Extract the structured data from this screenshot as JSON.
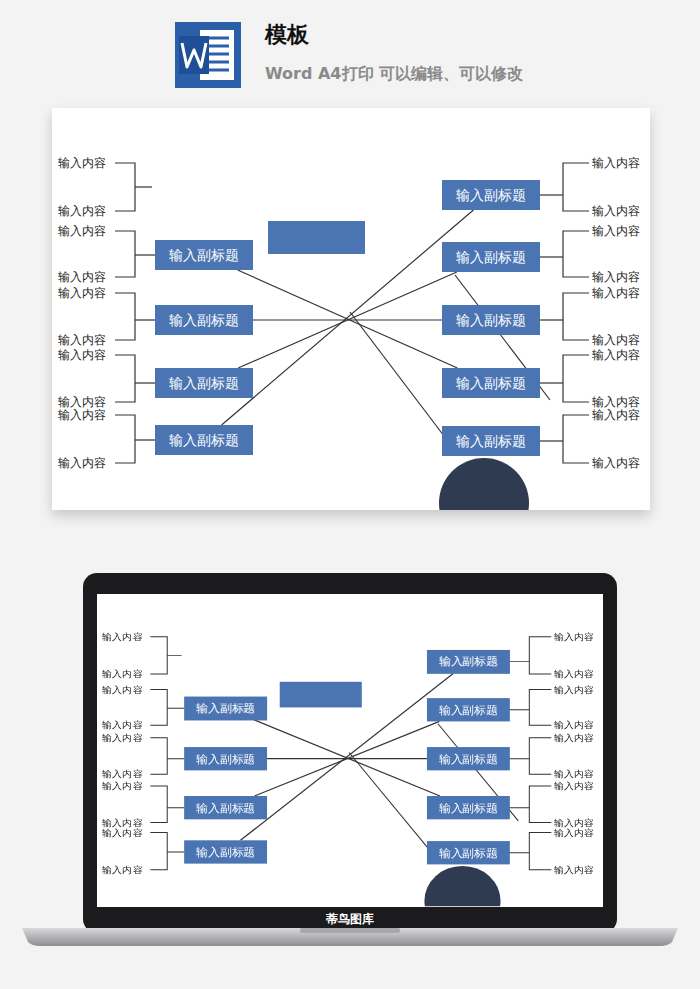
{
  "diagram": {
    "title": "模板",
    "nodes": [
      {
        "text": [
          "输入副标题"
        ]
      },
      {
        "text": [
          "输入副标题"
        ]
      },
      {
        "text": [
          "输入副标题"
        ]
      },
      {
        "text": [
          "输入副标题"
        ]
      },
      {
        "text": [
          "输入副标题"
        ]
      },
      {
        "text": [
          "输入副标题"
        ]
      },
      {
        "text": [
          "输入副标题"
        ]
      },
      {
        "text": [
          "输入副标题"
        ]
      },
      {
        "text": [
          "输入副标题"
        ]
      },
      {
        "text": [
          "输入副标题"
        ]
      },
      {
        "text": [
          "输入副标题"
        ]
      },
      {
        "text": [
          "输入副标题"
        ]
      },
      {
        "text": [
          "输入副标题"
        ]
      },
      {
        "text": [
          "输入副标题"
        ]
      },
      {
        "text": [
          "输入副标题"
        ]
      },
      {
        "text": [
          "输入副标题"
        ]
      },
      {
        "text": [
          "输入副标题"
        ]
      },
      {
        "text": [
          "输入副标题"
        ]
      }
    ],
    "edges": [
      {
        "from": 0,
        "to": 7,
        "arrow": "none"
      },
      {
        "from": 1,
        "to": 6,
        "arrow": "none"
      },
      {
        "from": 2,
        "to": 5,
        "arrow": "none"
      },
      {
        "from": 3,
        "to": 4,
        "arrow": "none"
      },
      {
        "from": 9,
        "to": 16,
        "arrow": "none"
      },
      {
        "from": 10,
        "to": 15,
        "arrow": "none"
      },
      {
        "from": 11,
        "to": 14,
        "arrow": "none"
      },
      {
        "from": 12,
        "to": 13,
        "arrow": "none"
      }
    ],
    "labels": [
      "Word A4打印 可以编辑、可以修改",
      "输入内容",
      "输入内容",
      "输入内容",
      "输入内容",
      "输入内容",
      "输入内容",
      "输入内容",
      "输入内容",
      "输入内容",
      "输入内容",
      "输入内容",
      "输入内容",
      "输入内容",
      "输入内容",
      "输入内容",
      "输入内容",
      "输入内容",
      "输入内容",
      "输入内容",
      "输入内容",
      "输入内容",
      "输入内容",
      "输入内容",
      "输入内容",
      "输入内容",
      "输入内容",
      "输入内容",
      "输入内容",
      "输入内容",
      "输入内容",
      "输入内容",
      "输入内容",
      "输入内容",
      "输入内容",
      "输入内容",
      "输入内容",
      "输入内容",
      "输入内容",
      "输入内容",
      "输入内容",
      "蒂鸟图库"
    ]
  }
}
